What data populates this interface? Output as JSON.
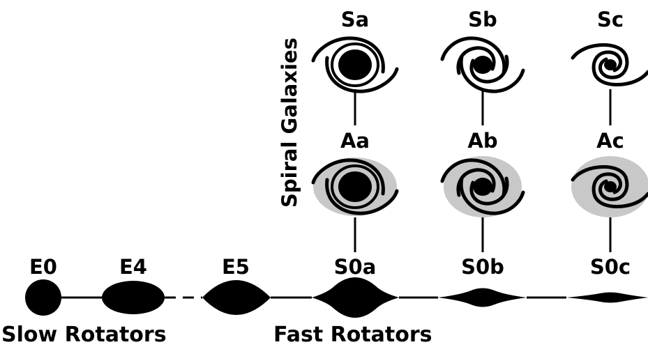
{
  "spiral_column_title": "Spiral Galaxies",
  "bottom_labels": {
    "slow": "Slow Rotators",
    "fast": "Fast Rotators"
  },
  "columns": {
    "a": {
      "spiral": "Sa",
      "anemic": "Aa",
      "lenticular": "S0a"
    },
    "b": {
      "spiral": "Sb",
      "anemic": "Ab",
      "lenticular": "S0b"
    },
    "c": {
      "spiral": "Sc",
      "anemic": "Ac",
      "lenticular": "S0c"
    }
  },
  "ellipticals": {
    "e0": "E0",
    "e4": "E4",
    "e5": "E5"
  },
  "colors": {
    "ink": "#000000",
    "anemic_disk": "#c8c8c8",
    "background": "#ffffff"
  }
}
